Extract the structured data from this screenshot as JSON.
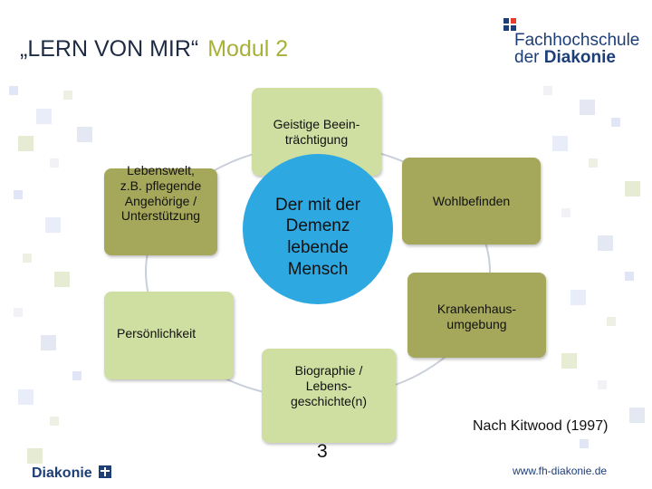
{
  "header": {
    "title_main": "„LERN VON MIR“",
    "title_module": "Modul 2"
  },
  "logo": {
    "line1": "Fachhochschule",
    "line2_prefix": "der ",
    "line2_bold": "Diakonie"
  },
  "diagram": {
    "center_lines": [
      "Der mit der",
      "Demenz",
      "lebende",
      "Mensch"
    ],
    "top_lines": [
      "Geistige Beein-",
      "trächtigung"
    ],
    "right_top": "Wohlbefinden",
    "right_bottom_lines": [
      "Krankenhaus-",
      "umgebung"
    ],
    "bottom_lines": [
      "Biographie /",
      "Lebens-",
      "geschichte(n)"
    ],
    "left_bottom": "Persönlichkeit",
    "left_top_lines": [
      "Lebenswelt,",
      "z.B. pflegende",
      "Angehörige  /",
      "Unterstützung"
    ]
  },
  "citation": "Nach Kitwood (1997)",
  "page_number": "3",
  "footer": {
    "logo": "Diakonie",
    "url": "www.fh-diakonie.de"
  },
  "colors": {
    "accent_green": "#a8b03a",
    "box_green": "#cfdea1",
    "box_olive": "#a5a85a",
    "center_blue": "#2ea8e0",
    "brand_blue": "#1e3e78"
  }
}
